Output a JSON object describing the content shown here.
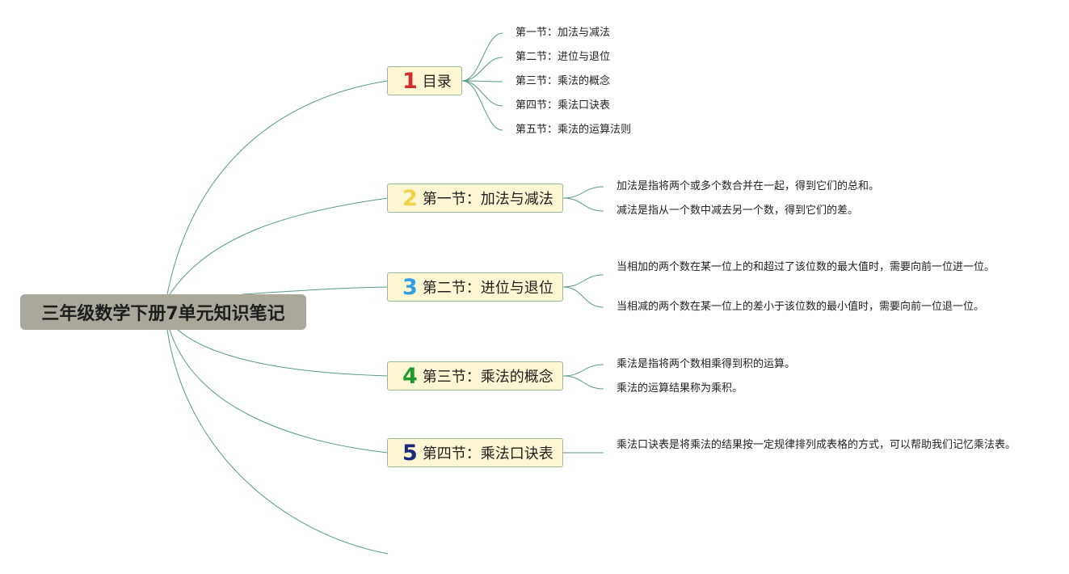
{
  "root": {
    "title": "三年级数学下册7单元知识笔记"
  },
  "branches": [
    {
      "number": "1",
      "label": "目录",
      "color": "#d42b2b",
      "children": [
        "第一节：加法与减法",
        "第二节：进位与退位",
        "第三节：乘法的概念",
        "第四节：乘法口诀表",
        "第五节：乘法的运算法则"
      ]
    },
    {
      "number": "2",
      "label": "第一节：加法与减法",
      "color": "#f0d24b",
      "children": [
        "加法是指将两个或多个数合并在一起，得到它们的总和。",
        "减法是指从一个数中减去另一个数，得到它们的差。"
      ]
    },
    {
      "number": "3",
      "label": "第二节：进位与退位",
      "color": "#2e9fe0",
      "children": [
        "当相加的两个数在某一位上的和超过了该位数的最大值时，需要向前一位进一位。",
        "当相减的两个数在某一位上的差小于该位数的最小值时，需要向前一位退一位。"
      ]
    },
    {
      "number": "4",
      "label": "第三节：乘法的概念",
      "color": "#1e9a2c",
      "children": [
        "乘法是指将两个数相乘得到积的运算。",
        "乘法的运算结果称为乘积。"
      ]
    },
    {
      "number": "5",
      "label": "第四节：乘法口诀表",
      "color": "#1b2a7a",
      "children": [
        "乘法口诀表是将乘法的结果按一定规律排列成表格的方式，可以帮助我们记忆乘法表。"
      ]
    }
  ],
  "colors": {
    "connector": "#4e8c77",
    "root_fill": "#a9a89b",
    "branch_fill": "#fdf6d2",
    "branch_border": "#98b89a"
  }
}
